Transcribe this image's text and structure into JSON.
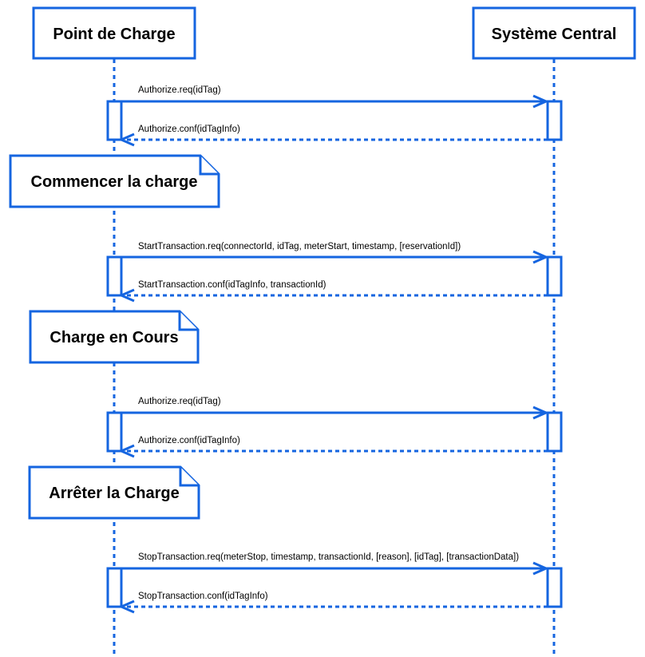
{
  "colors": {
    "stroke": "#1565e0",
    "text": "#000000",
    "background": "#ffffff"
  },
  "participants": [
    {
      "id": "cp",
      "label": "Point de Charge"
    },
    {
      "id": "cs",
      "label": "Système Central"
    }
  ],
  "sections": [
    {
      "messages": [
        {
          "label": "Authorize.req(idTag)",
          "direction": "right",
          "style": "solid"
        },
        {
          "label": "Authorize.conf(idTagInfo)",
          "direction": "left",
          "style": "dashed"
        }
      ],
      "note": "Commencer la charge"
    },
    {
      "messages": [
        {
          "label": "StartTransaction.req(connectorId, idTag, meterStart, timestamp, [reservationId])",
          "direction": "right",
          "style": "solid"
        },
        {
          "label": "StartTransaction.conf(idTagInfo, transactionId)",
          "direction": "left",
          "style": "dashed"
        }
      ],
      "note": "Charge en Cours"
    },
    {
      "messages": [
        {
          "label": "Authorize.req(idTag)",
          "direction": "right",
          "style": "solid"
        },
        {
          "label": "Authorize.conf(idTagInfo)",
          "direction": "left",
          "style": "dashed"
        }
      ],
      "note": "Arrêter la Charge"
    },
    {
      "messages": [
        {
          "label": "StopTransaction.req(meterStop, timestamp, transactionId, [reason], [idTag], [transactionData])",
          "direction": "right",
          "style": "solid"
        },
        {
          "label": "StopTransaction.conf(idTagInfo)",
          "direction": "left",
          "style": "dashed"
        }
      ]
    }
  ]
}
